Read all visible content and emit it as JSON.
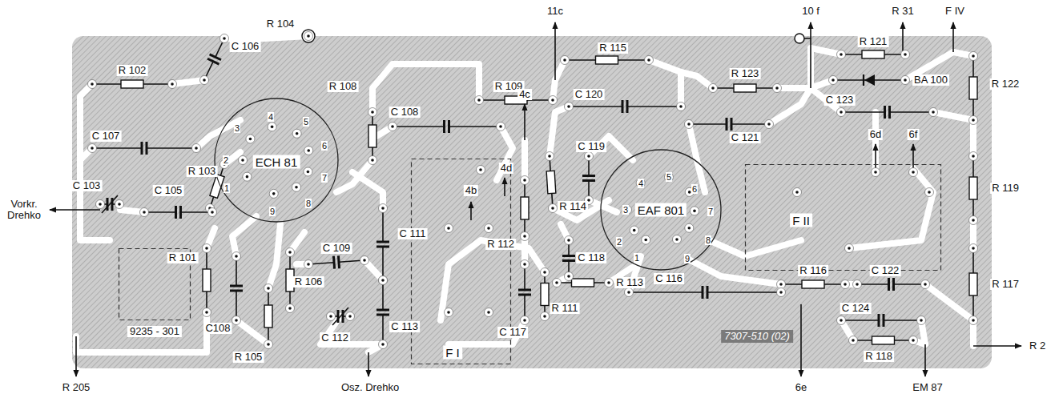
{
  "diagram": {
    "nodes": [
      {
        "text": [
          "ECH 81"
        ]
      },
      {
        "text": [
          "F I"
        ]
      },
      {
        "text": [
          "EAF 801"
        ]
      },
      {
        "text": [
          "F II"
        ]
      },
      {
        "text": [
          "9235 - 301"
        ]
      }
    ],
    "labels": [
      "11c",
      "10 f",
      "R 31",
      "F IV",
      "R 104",
      "C 106",
      "R 115",
      "R 121",
      "R 102",
      "R 109",
      "R 123",
      "BA 100",
      "R 122",
      "R 108",
      "C 108",
      "4c",
      "C 120",
      "C 121",
      "C 123",
      "C 107",
      "6d",
      "6f",
      "C 119",
      "4d",
      "R 103",
      "R 119",
      "4b",
      "C 103",
      "C 105",
      "Vorkr. Drehko",
      "R 114",
      "R 112",
      "C 111",
      "R 101",
      "C 109",
      "C 118",
      "C 116",
      "R 116",
      "C 122",
      "R 106",
      "R 113",
      "R 117",
      "C108",
      "C 124",
      "R 111",
      "C 117",
      "R 105",
      "C 112",
      "C 113",
      "7307-510 (02)",
      "R 2",
      "R 118",
      "R 205",
      "Osz. Drehko",
      "6e",
      "EM 87",
      "1",
      "2",
      "3",
      "4",
      "5",
      "6",
      "7",
      "8",
      "9",
      "1",
      "2",
      "3",
      "4",
      "5",
      "6",
      "7",
      "8",
      "9"
    ]
  }
}
